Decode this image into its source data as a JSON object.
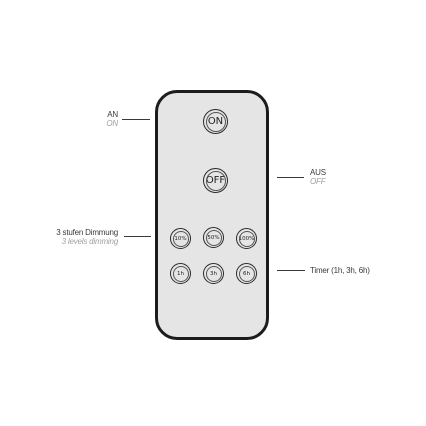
{
  "buttons": {
    "on": "ON",
    "off": "OFF",
    "dim": [
      "10%",
      "50%",
      "100%"
    ],
    "timer": [
      "1h",
      "3h",
      "6h"
    ]
  },
  "labels": {
    "on": {
      "de": "AN",
      "en": "ON"
    },
    "off": {
      "de": "AUS",
      "en": "OFF"
    },
    "dimming": {
      "de": "3 stufen Dimmung",
      "en": "3 levels dimming"
    },
    "timer": "Timer (1h, 3h, 6h)"
  },
  "colors": {
    "remote_body": "#e6e5e5",
    "remote_outline": "#1c1c1c",
    "label_text": "#3a3a3a",
    "label_subtext": "#a0a0a0"
  }
}
